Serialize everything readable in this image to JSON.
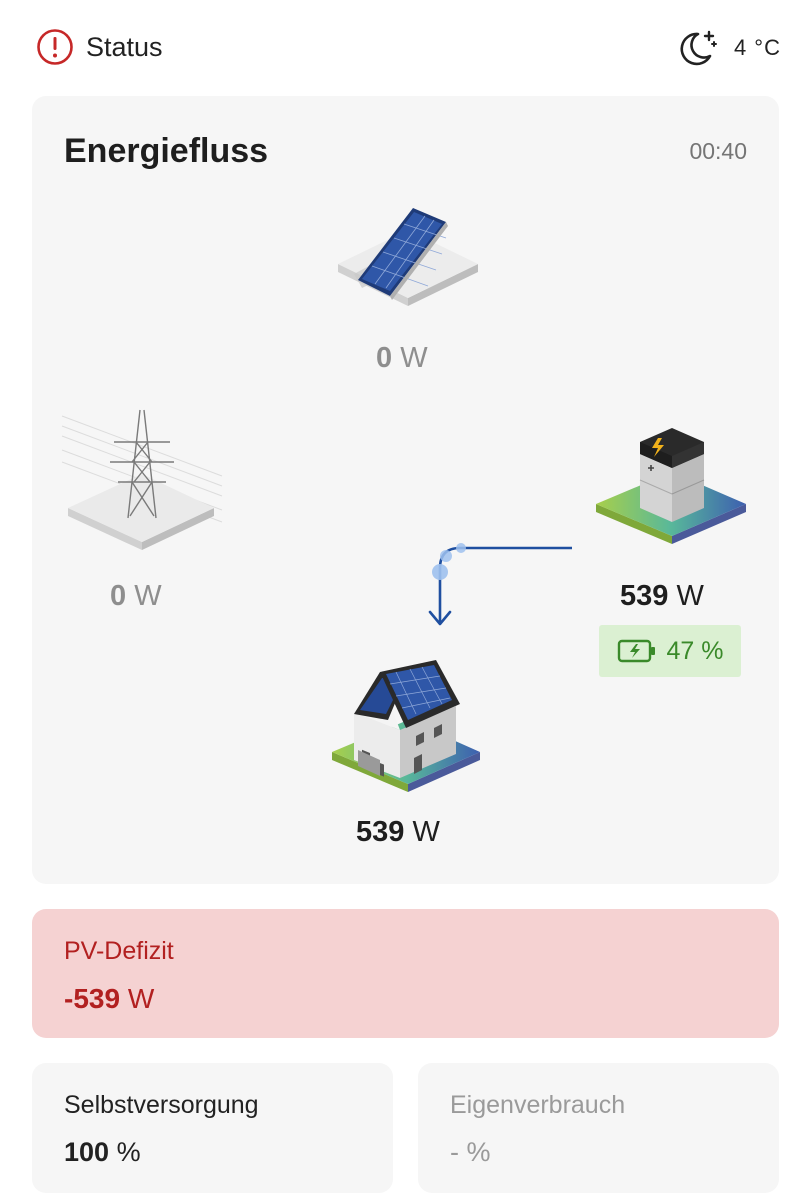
{
  "status_bar": {
    "status_label": "Status",
    "temperature": "4 °C"
  },
  "energy_flow": {
    "title": "Energiefluss",
    "time": "00:40",
    "pv": {
      "value": "0",
      "unit": "W"
    },
    "grid": {
      "value": "0",
      "unit": "W"
    },
    "battery": {
      "value": "539",
      "unit": "W",
      "soc": "47 %",
      "soc_fraction": 0.47
    },
    "house": {
      "value": "539",
      "unit": "W"
    }
  },
  "pv_deficit": {
    "label": "PV-Defizit",
    "value": "-539",
    "unit": "W"
  },
  "self_supply": {
    "label": "Selbstversorgung",
    "value": "100",
    "unit": "%"
  },
  "self_consumption": {
    "label": "Eigenverbrauch",
    "value": "-",
    "unit": "%"
  },
  "colors": {
    "accent_red": "#b22020",
    "flow_blue": "#1f4fa0",
    "battery_green": "#3a8a2a",
    "card_bg": "#f6f6f6",
    "deficit_bg": "#f5d2d2"
  }
}
